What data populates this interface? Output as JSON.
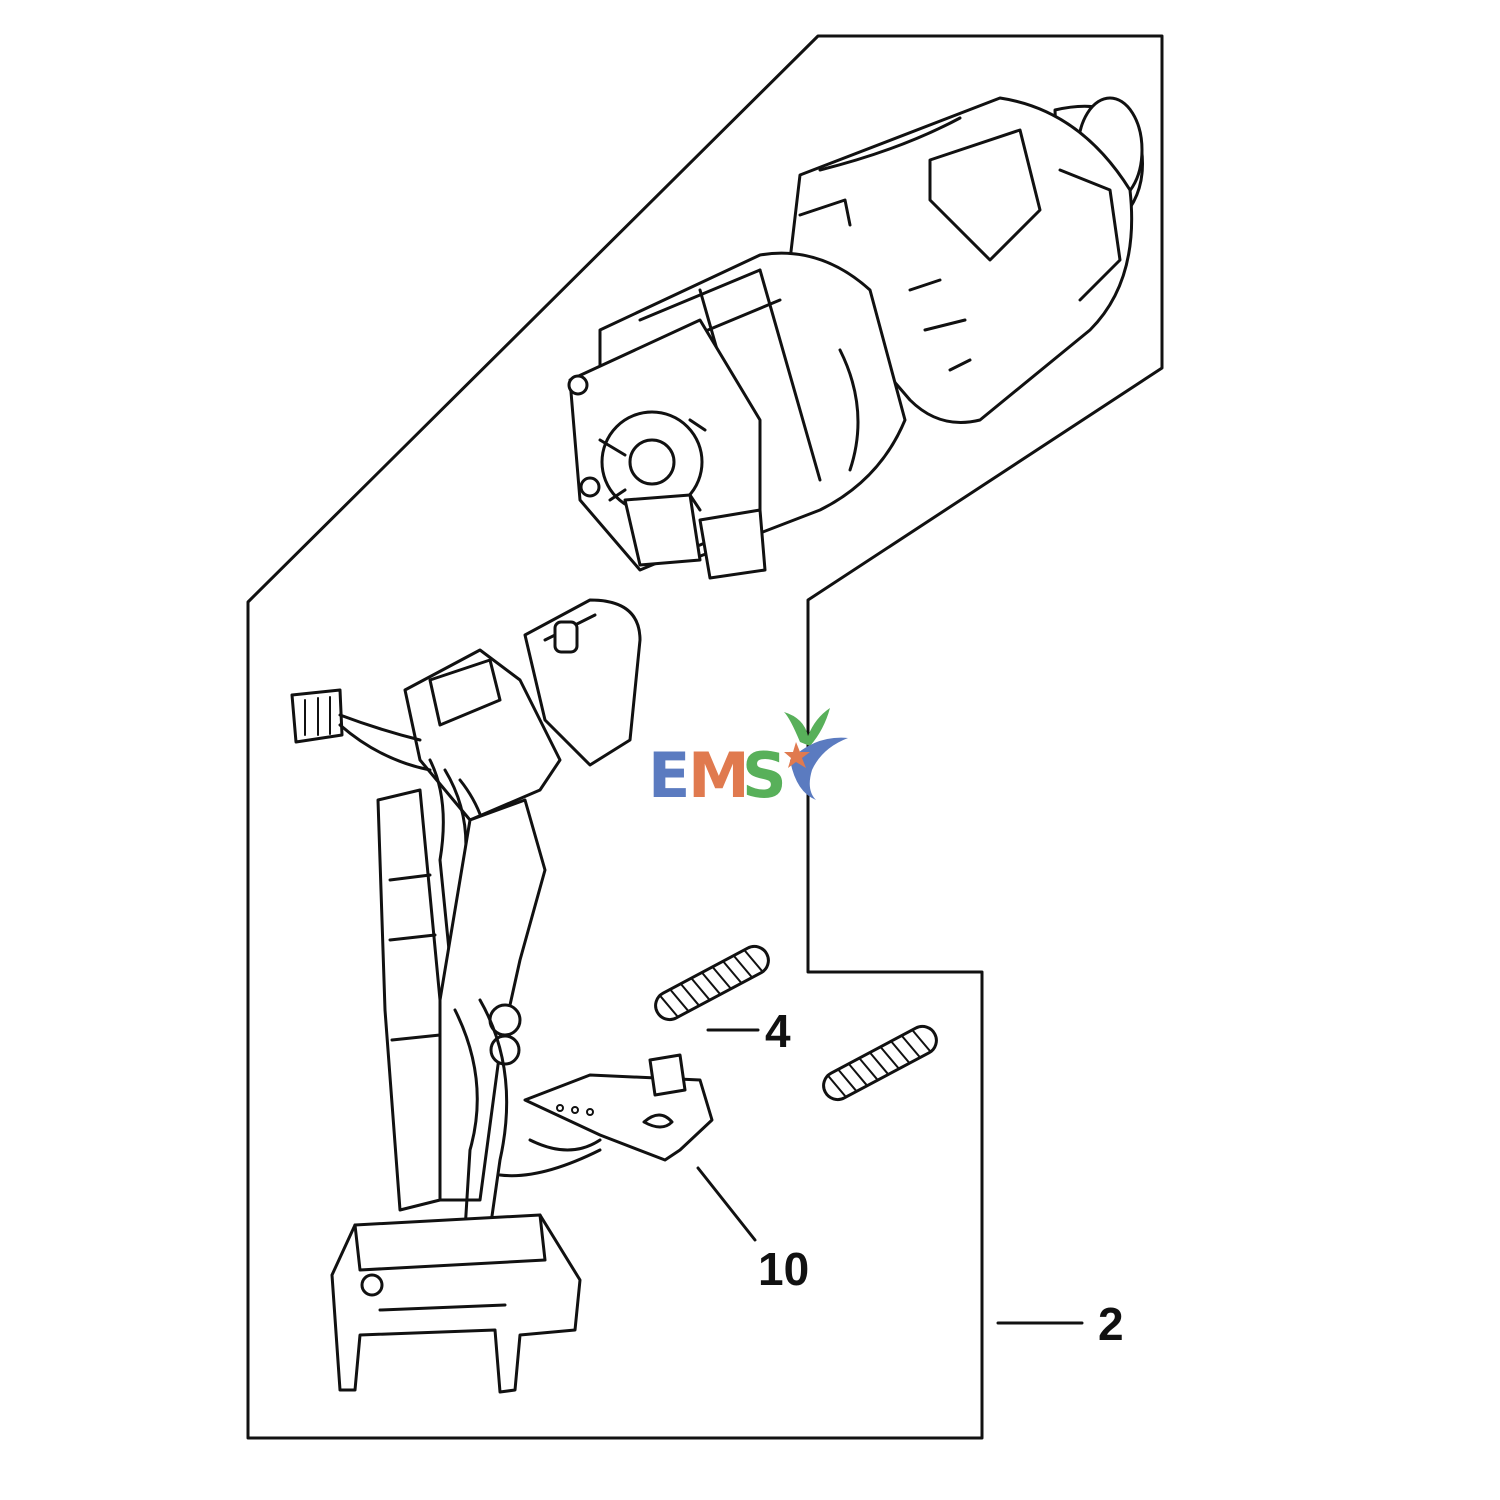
{
  "diagram": {
    "callouts": [
      {
        "id": "4",
        "label": "4"
      },
      {
        "id": "10",
        "label": "10"
      },
      {
        "id": "2",
        "label": "2"
      }
    ]
  },
  "watermark": {
    "letters": [
      "E",
      "M",
      "S"
    ],
    "colors": {
      "E": "#5b7bc0",
      "M": "#e07a4f",
      "S": "#58b05a",
      "leaf": "#58b05a",
      "swoosh": "#5b7bc0",
      "star": "#e07a4f"
    }
  }
}
